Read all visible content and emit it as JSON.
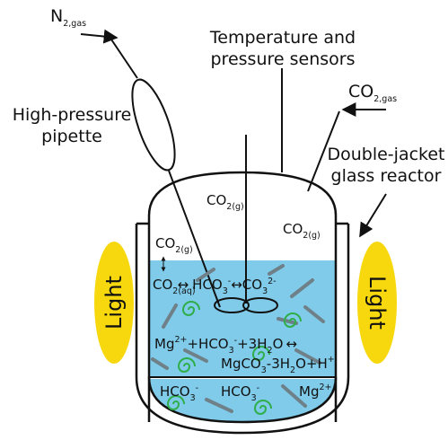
{
  "colors": {
    "water": "#7fcbe9",
    "sediment": "#7fcbe9",
    "lamp": "#f7d80f",
    "glass": "#111111",
    "spiral": "#2fae4a",
    "rod": "#6f8088"
  },
  "labels": {
    "n2_base": "N",
    "n2_sub": "2,gas",
    "sensors_line1": "Temperature and",
    "sensors_line2": "pressure sensors",
    "co2gas_base": "CO",
    "co2gas_sub": "2,gas",
    "pipette_line1": "High-pressure",
    "pipette_line2": "pipette",
    "reactor_line1": "Double-jacket",
    "reactor_line2": "glass reactor",
    "light_left": "Light",
    "light_right": "Light"
  },
  "headspace": {
    "co2_a_base": "CO",
    "co2_a_sub": "2(g)",
    "co2_b_base": "CO",
    "co2_b_sub": "2(g)",
    "co2_c_base": "CO",
    "co2_c_sub": "2(g)"
  },
  "equilibria": {
    "co2aq_base": "CO",
    "co2aq_sub": "2(aq)",
    "arrow1": "↔",
    "hco3_base": "HCO",
    "hco3_sub": "3",
    "hco3_sup": "-",
    "arrow2": "↔",
    "co3_base": "CO",
    "co3_sub": "3",
    "co3_sup": "2-"
  },
  "reaction": {
    "line1": {
      "mg": "Mg",
      "mg_sup": "2+",
      "plus1": "+HCO",
      "hco3_sub": "3",
      "hco3_sup": "-",
      "plus2": "+3H",
      "h2o_sub": "2",
      "o": "O",
      "arrow": "↔"
    },
    "line2": {
      "mgco": "MgCO",
      "mgco_sub": "3",
      "dash": "-3H",
      "h2o_sub": "2",
      "tail": "O+H",
      "h_sup": "+"
    }
  },
  "sediment_labels": {
    "hco3_1_base": "HCO",
    "hco3_1_sub": "3",
    "hco3_1_sup": "-",
    "hco3_2_base": "HCO",
    "hco3_2_sub": "3",
    "hco3_2_sup": "-",
    "mg_base": "Mg",
    "mg_sup": "2+"
  }
}
